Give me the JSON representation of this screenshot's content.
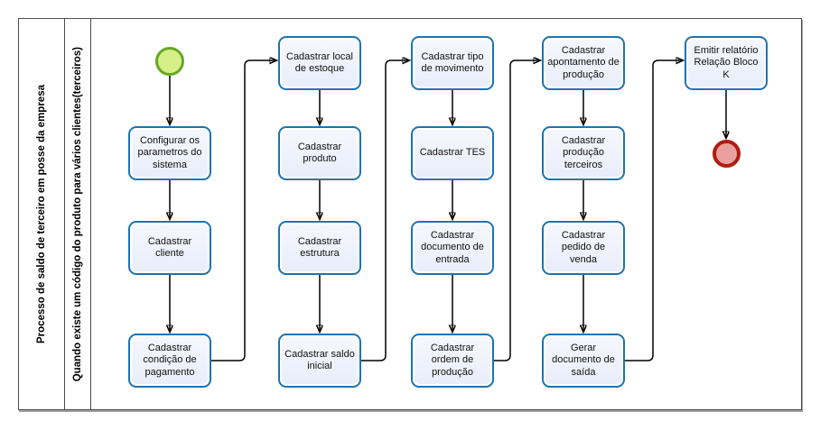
{
  "pool": {
    "title": "Processo de saldo de terceiro em posse da empresa",
    "lane_title": "Quando existe um código do produto para vários clientes(terceiros)"
  },
  "tasks": [
    {
      "label": "Configurar os parametros do sistema"
    },
    {
      "label": "Cadastrar cliente"
    },
    {
      "label": "Cadastrar condição de pagamento"
    },
    {
      "label": "Cadastrar local de estoque"
    },
    {
      "label": "Cadastrar produto"
    },
    {
      "label": "Cadastrar estrutura"
    },
    {
      "label": "Cadastrar saldo inicial"
    },
    {
      "label": "Cadastrar tipo de movimento"
    },
    {
      "label": "Cadastrar TES"
    },
    {
      "label": "Cadastrar documento de entrada"
    },
    {
      "label": "Cadastrar ordem de produção"
    },
    {
      "label": "Cadastrar apontamento de produção"
    },
    {
      "label": "Cadastrar produção terceiros"
    },
    {
      "label": "Cadastrar pedido de venda"
    },
    {
      "label": "Gerar documento de saída"
    },
    {
      "label": "Emitir relatório Relação Bloco K"
    }
  ],
  "events": {
    "start": "start-event",
    "end": "end-event"
  },
  "colors": {
    "task_fill": "#e8edfa",
    "task_border": "#1e73b0",
    "start_fill": "#d5f088",
    "start_border": "#66a821",
    "end_fill": "#eba0a0",
    "end_border": "#ae1d12",
    "connector": "#000000"
  }
}
